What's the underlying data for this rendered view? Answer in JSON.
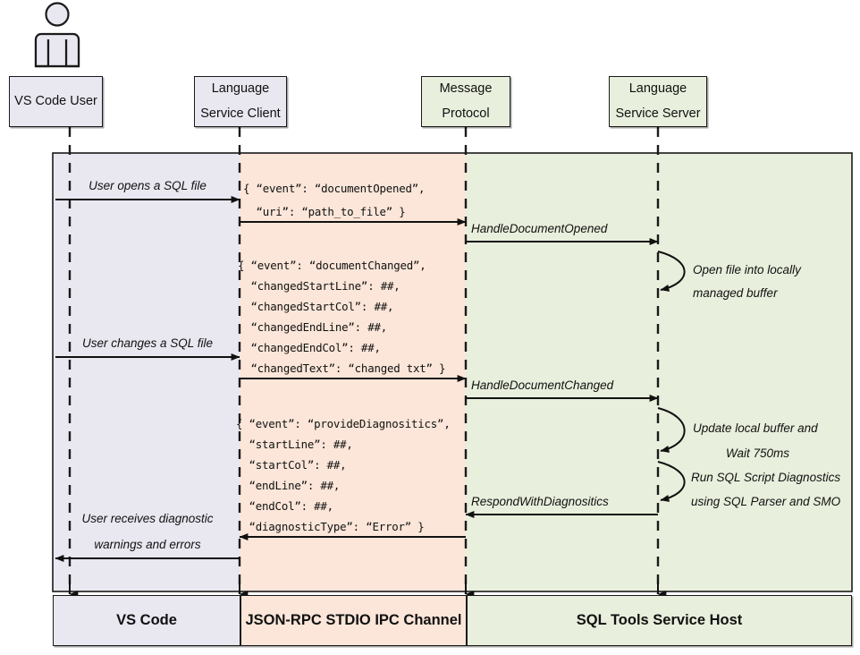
{
  "diagram": {
    "title": "SQL Tools Service sequence diagram",
    "colors": {
      "violet": "#e9e7f0",
      "peach": "#fbe6d9",
      "green": "#e8efdc",
      "stroke": "#1a1a1a"
    }
  },
  "actor": {
    "icon": "person-icon"
  },
  "participants": [
    {
      "id": "vs-code-user",
      "line1": "VS Code User",
      "line2": "",
      "fill": "violet"
    },
    {
      "id": "language-service-client",
      "line1": "Language",
      "line2": "Service Client",
      "fill": "violet"
    },
    {
      "id": "message-protocol",
      "line1": "Message",
      "line2": "Protocol",
      "fill": "green"
    },
    {
      "id": "language-service-server",
      "line1": "Language",
      "line2": "Service Server",
      "fill": "green"
    }
  ],
  "messages": [
    {
      "id": "user-opens-sql-file",
      "label": "User opens a SQL file"
    },
    {
      "id": "user-changes-sql-file",
      "label": "User changes a SQL file"
    },
    {
      "id": "handle-document-opened",
      "label": "HandleDocumentOpened"
    },
    {
      "id": "handle-document-changed",
      "label": "HandleDocumentChanged"
    },
    {
      "id": "respond-with-diagnositics",
      "label": "RespondWithDiagnositics"
    },
    {
      "id": "user-receives-diagnostics",
      "line1": "User receives diagnostic",
      "line2": "warnings and errors"
    }
  ],
  "payloads": [
    {
      "id": "document-opened-payload",
      "lines": [
        "{ “event”: “documentOpened”,",
        "  “uri”: “path_to_file” }"
      ]
    },
    {
      "id": "document-changed-payload",
      "lines": [
        "{ “event”: “documentChanged”,",
        "  “changedStartLine”: ##,",
        "  “changedStartCol”: ##,",
        "  “changedEndLine”: ##,",
        "  “changedEndCol”: ##,",
        "  “changedText”: “changed txt” }"
      ]
    },
    {
      "id": "provide-diagnositics-payload",
      "lines": [
        "{ “event”: “provideDiagnositics”,",
        "  “startLine”: ##,",
        "  “startCol”: ##,",
        "  “endLine”: ##,",
        "  “endCol”: ##,",
        "  “diagnosticType”: “Error” }"
      ]
    }
  ],
  "self_notes": [
    {
      "id": "open-file-note",
      "line1": "Open file into locally",
      "line2": "managed buffer"
    },
    {
      "id": "update-buffer-note",
      "line1": "Update local buffer and",
      "line2": "Wait 750ms"
    },
    {
      "id": "run-diagnostics-note",
      "line1": "Run SQL Script Diagnostics",
      "line2": "using SQL Parser and SMO"
    }
  ],
  "footer": [
    {
      "id": "footer-vs-code",
      "label": "VS Code",
      "fill": "violet"
    },
    {
      "id": "footer-jsonrpc",
      "label": "JSON-RPC STDIO IPC Channel",
      "fill": "peach"
    },
    {
      "id": "footer-sqltools",
      "label": "SQL Tools Service Host",
      "fill": "green"
    }
  ]
}
